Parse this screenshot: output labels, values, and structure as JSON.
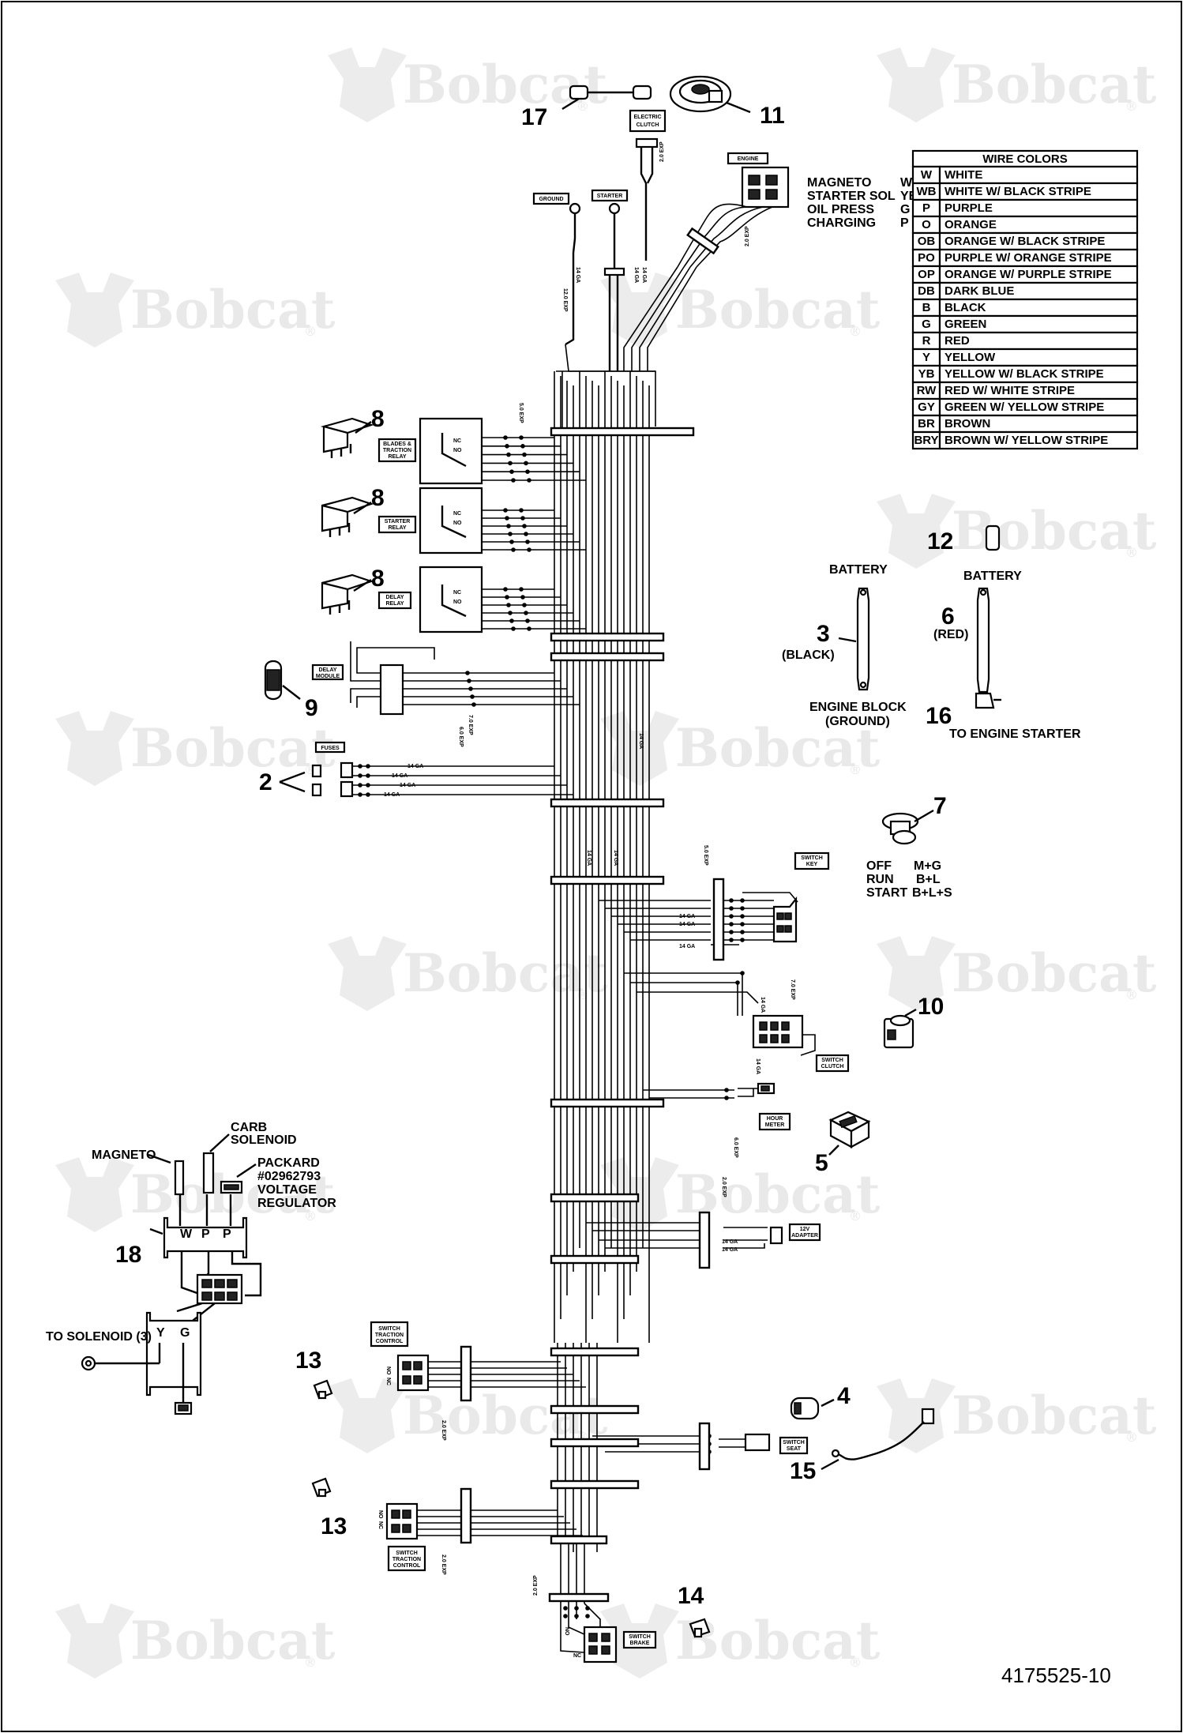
{
  "watermark": {
    "brand": "Bobcat",
    "reg": "®"
  },
  "document_number": "4175525-10",
  "wire_colors": {
    "title": "WIRE COLORS",
    "rows": [
      {
        "code": "W",
        "name": "WHITE"
      },
      {
        "code": "WB",
        "name": "WHITE W/ BLACK STRIPE"
      },
      {
        "code": "P",
        "name": "PURPLE"
      },
      {
        "code": "O",
        "name": "ORANGE"
      },
      {
        "code": "OB",
        "name": "ORANGE W/ BLACK STRIPE"
      },
      {
        "code": "PO",
        "name": "PURPLE W/ ORANGE STRIPE"
      },
      {
        "code": "OP",
        "name": "ORANGE W/ PURPLE STRIPE"
      },
      {
        "code": "DB",
        "name": "DARK BLUE"
      },
      {
        "code": "B",
        "name": "BLACK"
      },
      {
        "code": "G",
        "name": "GREEN"
      },
      {
        "code": "R",
        "name": "RED"
      },
      {
        "code": "Y",
        "name": "YELLOW"
      },
      {
        "code": "YB",
        "name": "YELLOW W/ BLACK STRIPE"
      },
      {
        "code": "RW",
        "name": "RED W/ WHITE STRIPE"
      },
      {
        "code": "GY",
        "name": "GREEN W/ YELLOW STRIPE"
      },
      {
        "code": "BR",
        "name": "BROWN"
      },
      {
        "code": "BRY",
        "name": "BROWN W/ YELLOW STRIPE"
      }
    ]
  },
  "engine_legend": [
    {
      "label": "MAGNETO",
      "code": "W"
    },
    {
      "label": "STARTER SOL",
      "code": "YB"
    },
    {
      "label": "OIL PRESS",
      "code": "G"
    },
    {
      "label": "CHARGING",
      "code": "P"
    }
  ],
  "tags": {
    "electric_clutch": [
      "ELECTRIC",
      "CLUTCH"
    ],
    "engine": "ENGINE",
    "ground": "GROUND",
    "starter": "STARTER",
    "blades_relay": [
      "BLADES &",
      "TRACTION",
      "RELAY"
    ],
    "starter_relay": [
      "STARTER",
      "RELAY"
    ],
    "delay_relay": [
      "DELAY",
      "RELAY"
    ],
    "delay_module": [
      "DELAY",
      "MODULE"
    ],
    "fuses": "FUSES",
    "switch_key": [
      "SWITCH",
      "KEY"
    ],
    "switch_clutch": [
      "SWITCH",
      "CLUTCH"
    ],
    "hour_meter": [
      "HOUR",
      "METER"
    ],
    "adapter_12v": [
      "12V",
      "ADAPTER"
    ],
    "switch_traction_control": [
      "SWITCH",
      "TRACTION",
      "CONTROL"
    ],
    "switch_seat": [
      "SWITCH",
      "SEAT"
    ],
    "switch_brake": [
      "SWITCH",
      "BRAKE"
    ]
  },
  "wire_labels": {
    "ga14": "14 GA",
    "exp_2": "2.0 EXP",
    "exp_5": "5.0 EXP",
    "exp_6": "6.0 EXP",
    "exp_7": "7.0 EXP",
    "exp_12": "12.0 EXP",
    "nc": "NC",
    "no": "NO"
  },
  "battery_cables": {
    "black": {
      "top": "BATTERY",
      "color": "(BLACK)",
      "bottom": [
        "ENGINE BLOCK",
        "(GROUND)"
      ]
    },
    "red": {
      "top": "BATTERY",
      "color": "(RED)",
      "bottom": "TO ENGINE STARTER"
    }
  },
  "key_switch_positions": [
    {
      "pos": "OFF",
      "contacts": "M+G"
    },
    {
      "pos": "RUN",
      "contacts": "B+L"
    },
    {
      "pos": "START",
      "contacts": "B+L+S"
    }
  ],
  "regulator": {
    "magneto": "MAGNETO",
    "carb": [
      "CARB",
      "SOLENOID"
    ],
    "packard": [
      "PACKARD",
      "#02962793",
      "VOLTAGE",
      "REGULATOR"
    ],
    "pins": [
      "W",
      "P",
      "P"
    ],
    "y": "Y",
    "g": "G",
    "to_solenoid": "TO SOLENOID (3)"
  },
  "callouts": {
    "c17": "17",
    "c11": "11",
    "c8a": "8",
    "c8b": "8",
    "c8c": "8",
    "c9": "9",
    "c2": "2",
    "c12": "12",
    "c3": "3",
    "c6": "6",
    "c16": "16",
    "c7": "7",
    "c10": "10",
    "c5": "5",
    "c18": "18",
    "c13a": "13",
    "c13b": "13",
    "c4": "4",
    "c15": "15",
    "c14": "14"
  }
}
